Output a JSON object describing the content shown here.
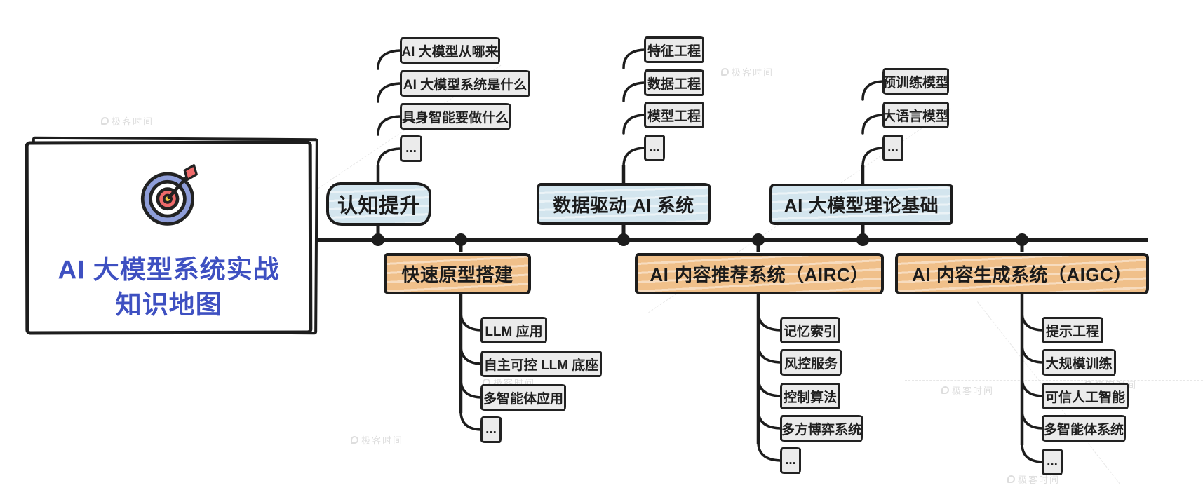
{
  "root": {
    "title_line1": "AI 大模型系统实战",
    "title_line2": "知识地图",
    "icon": "dartboard-target-icon"
  },
  "branches": [
    {
      "id": "cognition",
      "label": "认知提升",
      "side": "top",
      "leaves": [
        "AI 大模型从哪来",
        "AI 大模型系统是什么",
        "具身智能要做什么",
        "..."
      ]
    },
    {
      "id": "data-driven-ai-system",
      "label": "数据驱动 AI 系统",
      "side": "top",
      "leaves": [
        "特征工程",
        "数据工程",
        "模型工程",
        "..."
      ]
    },
    {
      "id": "llm-theory-basics",
      "label": "AI 大模型理论基础",
      "side": "top",
      "leaves": [
        "预训练模型",
        "大语言模型",
        "..."
      ]
    },
    {
      "id": "rapid-prototype",
      "label": "快速原型搭建",
      "side": "bottom",
      "leaves": [
        "LLM 应用",
        "自主可控 LLM 底座",
        "多智能体应用",
        "..."
      ]
    },
    {
      "id": "airc",
      "label": "AI 内容推荐系统（AIRC）",
      "side": "bottom",
      "leaves": [
        "记忆索引",
        "风控服务",
        "控制算法",
        "多方博弈系统",
        "..."
      ]
    },
    {
      "id": "aigc",
      "label": "AI 内容生成系统（AIGC）",
      "side": "bottom",
      "leaves": [
        "提示工程",
        "大规模训练",
        "可信人工智能",
        "多智能体系统",
        "..."
      ]
    }
  ],
  "watermark": {
    "text": "极客时间"
  },
  "colors": {
    "top_branch_fill": "#d3e5ee",
    "bottom_branch_fill": "#f0c08a",
    "leaf_fill": "#ebebeb",
    "line": "#1d1d1d",
    "root_title_blue": "#3e50c1",
    "icon_ring_blue": "#8f9ed9",
    "icon_red": "#ee6a6a",
    "icon_yellow": "#f5d040"
  }
}
